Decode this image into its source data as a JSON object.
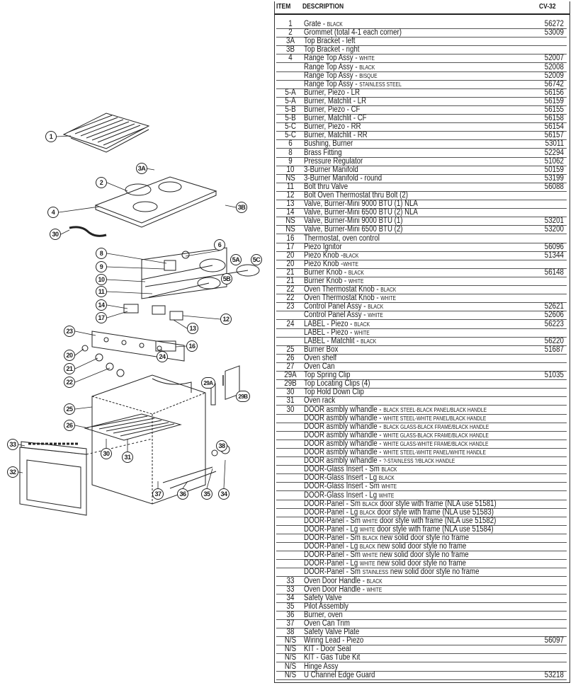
{
  "table": {
    "headers": {
      "item": "ITEM",
      "description": "DESCRIPTION",
      "part": "CV-32"
    },
    "rows": [
      {
        "item": "1",
        "d": [
          "Grate - ",
          "BLACK",
          ""
        ],
        "part": "56272"
      },
      {
        "item": "2",
        "d": [
          "Grommet (total 4-1 each corner)",
          "",
          ""
        ],
        "part": "53009"
      },
      {
        "item": "3A",
        "d": [
          "Top Bracket - left",
          "",
          ""
        ],
        "part": ""
      },
      {
        "item": "3B",
        "d": [
          "Top Bracket - right",
          "",
          ""
        ],
        "part": ""
      },
      {
        "item": "4",
        "d": [
          "Range Top Assy - ",
          "WHITE",
          ""
        ],
        "part": "52007"
      },
      {
        "item": "",
        "d": [
          "Range Top Assy - ",
          "BLACK",
          ""
        ],
        "part": "52008"
      },
      {
        "item": "",
        "d": [
          "Range Top Assy - ",
          "BISQUE",
          ""
        ],
        "part": "52009"
      },
      {
        "item": "",
        "d": [
          "Range Top Assy - ",
          "STAINLESS STEEL",
          ""
        ],
        "part": "56742"
      },
      {
        "item": "5-A",
        "d": [
          "Burner, Piezo - LR",
          "",
          ""
        ],
        "part": "56156"
      },
      {
        "item": "5-A",
        "d": [
          "Burner, Matchlit - LR",
          "",
          ""
        ],
        "part": "56159"
      },
      {
        "item": "5-B",
        "d": [
          "Burner, Piezo - CF",
          "",
          ""
        ],
        "part": "56155"
      },
      {
        "item": "5-B",
        "d": [
          "Burner, Matchlit - CF",
          "",
          ""
        ],
        "part": "56158"
      },
      {
        "item": "5-C",
        "d": [
          "Burner, Piezo - RR",
          "",
          ""
        ],
        "part": "56154"
      },
      {
        "item": "5-C",
        "d": [
          "Burner, Matchlit - RR",
          "",
          ""
        ],
        "part": "56157"
      },
      {
        "item": "6",
        "d": [
          "Bushing, Burner",
          "",
          ""
        ],
        "part": "53011"
      },
      {
        "item": "8",
        "d": [
          "Brass Fitting",
          "",
          ""
        ],
        "part": "52294"
      },
      {
        "item": "9",
        "d": [
          "Pressure Regulator",
          "",
          ""
        ],
        "part": "51062"
      },
      {
        "item": "10",
        "d": [
          "3-Burner Manifold",
          "",
          ""
        ],
        "part": "50159"
      },
      {
        "item": "NS",
        "d": [
          "3-Burner Manifold - round",
          "",
          ""
        ],
        "part": "53199"
      },
      {
        "item": "11",
        "d": [
          "Bolt thru Valve",
          "",
          ""
        ],
        "part": "56088"
      },
      {
        "item": "12",
        "d": [
          "Bolt Oven Thermostat thru Bolt (2)",
          "",
          ""
        ],
        "part": ""
      },
      {
        "item": "13",
        "d": [
          "Valve, Burner-Mini 9000 BTU (1) NLA",
          "",
          ""
        ],
        "part": ""
      },
      {
        "item": "14",
        "d": [
          "Valve, Burner-Mini 6500 BTU (2) NLA",
          "",
          ""
        ],
        "part": ""
      },
      {
        "item": "NS",
        "d": [
          "Valve, Burner-Mini 9000 BTU (1)",
          "",
          ""
        ],
        "part": "53201"
      },
      {
        "item": "NS",
        "d": [
          "Valve, Burner-Mini 6500 BTU (2)",
          "",
          ""
        ],
        "part": "53200"
      },
      {
        "item": "16",
        "d": [
          "Thermostat, oven control",
          "",
          ""
        ],
        "part": ""
      },
      {
        "item": "17",
        "d": [
          "Piezo Ignitor",
          "",
          ""
        ],
        "part": "56096"
      },
      {
        "item": "20",
        "d": [
          "Piezo Knob -",
          "BLACK",
          ""
        ],
        "part": "51344"
      },
      {
        "item": "20",
        "d": [
          "Piezo Knob -",
          "WHITE",
          ""
        ],
        "part": ""
      },
      {
        "item": "21",
        "d": [
          "Burner Knob - ",
          "BLACK",
          ""
        ],
        "part": "56148"
      },
      {
        "item": "21",
        "d": [
          "Burner Knob - ",
          "WHITE",
          ""
        ],
        "part": ""
      },
      {
        "item": "22",
        "d": [
          "Oven Thermostat Knob - ",
          "BLACK",
          ""
        ],
        "part": ""
      },
      {
        "item": "22",
        "d": [
          "Oven Thermostat Knob - ",
          "WHITE",
          ""
        ],
        "part": ""
      },
      {
        "item": "23",
        "d": [
          "Control Panel Assy - ",
          "BLACK",
          ""
        ],
        "part": "52621"
      },
      {
        "item": "",
        "d": [
          "Control Panel Assy - ",
          "WHITE",
          ""
        ],
        "part": "52606"
      },
      {
        "item": "24",
        "d": [
          "LABEL -  Piezo - ",
          "BLACK",
          ""
        ],
        "part": "56223"
      },
      {
        "item": "",
        "d": [
          "LABEL -  Piezo - ",
          "WHITE",
          ""
        ],
        "part": ""
      },
      {
        "item": "",
        "d": [
          "LABEL - Matchlit - ",
          "BLACK",
          ""
        ],
        "part": "56220"
      },
      {
        "item": "25",
        "d": [
          "Burner Box",
          "",
          ""
        ],
        "part": "51687"
      },
      {
        "item": "26",
        "d": [
          "Oven shelf",
          "",
          ""
        ],
        "part": ""
      },
      {
        "item": "27",
        "d": [
          "Oven Can",
          "",
          ""
        ],
        "part": ""
      },
      {
        "item": "29A",
        "d": [
          "Top Spring Clip",
          "",
          ""
        ],
        "part": "51035"
      },
      {
        "item": "29B",
        "d": [
          "Top Locating Clips (4)",
          "",
          ""
        ],
        "part": ""
      },
      {
        "item": "30",
        "d": [
          "Top Hold Down Clip",
          "",
          ""
        ],
        "part": ""
      },
      {
        "item": "31",
        "d": [
          "Oven rack",
          "",
          ""
        ],
        "part": ""
      },
      {
        "item": "30",
        "d": [
          "DOOR asmbly w/handle - ",
          "BLACK STEEL-BLACK PANEL/BLACK HANDLE",
          ""
        ],
        "part": ""
      },
      {
        "item": "",
        "d": [
          "DOOR asmbly w/handle - ",
          "WHITE STEEL-WHITE PANEL/BLACK HANDLE",
          ""
        ],
        "part": ""
      },
      {
        "item": "",
        "d": [
          "DOOR asmbly w/handle - ",
          "BLACK GLASS-BLACK FRAME/BLACK HANDLE",
          ""
        ],
        "part": ""
      },
      {
        "item": "",
        "d": [
          "DOOR asmbly w/handle - ",
          "WHITE GLASS-BLACK FRAME/BLACK HANDLE",
          ""
        ],
        "part": ""
      },
      {
        "item": "",
        "d": [
          "DOOR asmbly w/handle - ",
          "WHITE GLASS-WHITE FRAME/BLACK HANDLE",
          ""
        ],
        "part": ""
      },
      {
        "item": "",
        "d": [
          "DOOR asmbly w/handle - ",
          "WHITE STEEL-WHITE PANEL/WHITE HANDLE",
          ""
        ],
        "part": ""
      },
      {
        "item": "",
        "d": [
          "DOOR asmbly w/handle - ",
          "?-STAINLESS ?/BLACK HANDLE",
          ""
        ],
        "part": ""
      },
      {
        "item": "",
        "d": [
          "DOOR-Glass Insert - Sm ",
          "BLACK",
          ""
        ],
        "part": ""
      },
      {
        "item": "",
        "d": [
          "DOOR-Glass Insert - Lg ",
          "BLACK",
          ""
        ],
        "part": ""
      },
      {
        "item": "",
        "d": [
          "DOOR-Glass Insert - Sm ",
          "WHITE",
          ""
        ],
        "part": ""
      },
      {
        "item": "",
        "d": [
          "DOOR-Glass Insert - Lg ",
          "WHITE",
          ""
        ],
        "part": ""
      },
      {
        "item": "",
        "d": [
          "DOOR-Panel - Sm ",
          "BLACK",
          " door style with frame (NLA use 51581)"
        ],
        "part": ""
      },
      {
        "item": "",
        "d": [
          "DOOR-Panel - Lg ",
          "BLACK",
          " door style with frame (NLA use 51583)"
        ],
        "part": ""
      },
      {
        "item": "",
        "d": [
          "DOOR-Panel - Sm ",
          "WHITE",
          " door style with frame (NLA use 51582)"
        ],
        "part": ""
      },
      {
        "item": "",
        "d": [
          "DOOR-Panel - Lg ",
          "WHITE",
          " door style with frame  (NLA use 51584)"
        ],
        "part": ""
      },
      {
        "item": "",
        "d": [
          "DOOR-Panel - Sm ",
          "BLACK",
          " new solid door style no frame"
        ],
        "part": ""
      },
      {
        "item": "",
        "d": [
          "DOOR-Panel - Lg ",
          "BLACK",
          " new solid door style no frame"
        ],
        "part": ""
      },
      {
        "item": "",
        "d": [
          "DOOR-Panel - Sm ",
          "WHITE",
          " new solid door style no frame"
        ],
        "part": ""
      },
      {
        "item": "",
        "d": [
          "DOOR-Panel - Lg ",
          "WHITE",
          " new solid door style no frame"
        ],
        "part": ""
      },
      {
        "item": "",
        "d": [
          "DOOR-Panel - Sm ",
          "STAINLESS",
          " new solid door style no frame"
        ],
        "part": ""
      },
      {
        "item": "33",
        "d": [
          "Oven Door Handle - ",
          "BLACK",
          ""
        ],
        "part": ""
      },
      {
        "item": "33",
        "d": [
          "Oven Door Handle - ",
          "WHITE",
          ""
        ],
        "part": ""
      },
      {
        "item": "34",
        "d": [
          "Safety Valve",
          "",
          ""
        ],
        "part": ""
      },
      {
        "item": "35",
        "d": [
          "Pilot Assembly",
          "",
          ""
        ],
        "part": ""
      },
      {
        "item": "36",
        "d": [
          "Burner, oven",
          "",
          ""
        ],
        "part": ""
      },
      {
        "item": "37",
        "d": [
          "Oven Can Trim",
          "",
          ""
        ],
        "part": ""
      },
      {
        "item": "38",
        "d": [
          "Safety Valve Plate",
          "",
          ""
        ],
        "part": ""
      },
      {
        "item": "N/S",
        "d": [
          "Wiring Lead - Piezo",
          "",
          ""
        ],
        "part": "56097"
      },
      {
        "item": "N/S",
        "d": [
          "KIT - Door Seal",
          "",
          ""
        ],
        "part": ""
      },
      {
        "item": "N/S",
        "d": [
          "KIT - Gas Tube Kit",
          "",
          ""
        ],
        "part": ""
      },
      {
        "item": "N/S",
        "d": [
          "Hinge Assy",
          "",
          ""
        ],
        "part": ""
      },
      {
        "item": "N/S",
        "d": [
          "U Channel Edge Guard",
          "",
          ""
        ],
        "part": "53218"
      }
    ]
  },
  "diagram": {
    "callouts": [
      "1",
      "3A",
      "2",
      "3B",
      "4",
      "30",
      "6",
      "8",
      "5A",
      "5C",
      "9",
      "10",
      "5B",
      "11",
      "14",
      "17",
      "12",
      "13",
      "23",
      "16",
      "20",
      "24",
      "21",
      "22",
      "29A",
      "29B",
      "25",
      "26",
      "33",
      "38",
      "32",
      "30",
      "31",
      "37",
      "36",
      "35",
      "34"
    ]
  }
}
